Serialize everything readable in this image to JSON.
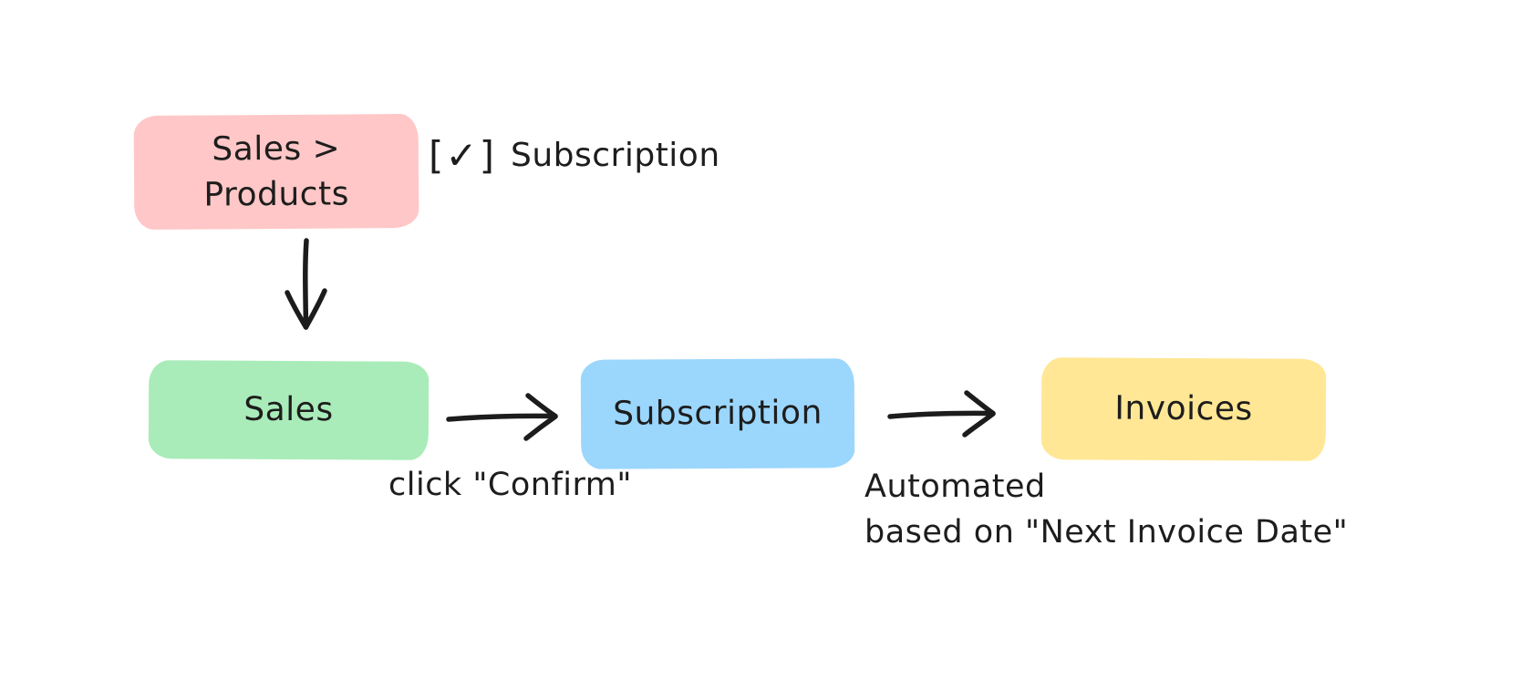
{
  "canvas": {
    "background": "#ffffff",
    "ink_color": "#1c1c1c"
  },
  "nodes": {
    "sales_products": {
      "label": "Sales >\nProducts",
      "fill": "#FFC7C7"
    },
    "sales": {
      "label": "Sales",
      "fill": "#A9ECB9"
    },
    "subscription": {
      "label": "Subscription",
      "fill": "#9BD6FC"
    },
    "invoices": {
      "label": "Invoices",
      "fill": "#FFE795"
    }
  },
  "annotations": {
    "checkbox": {
      "glyph": "[✓]",
      "label": "Subscription",
      "checked": true
    },
    "confirm": "click \"Confirm\"",
    "automated": "Automated\nbased on \"Next Invoice Date\""
  },
  "arrows": [
    {
      "name": "arrow-down-icon",
      "from": "sales_products",
      "to": "sales",
      "direction": "down"
    },
    {
      "name": "arrow-right-icon-1",
      "from": "sales",
      "to": "subscription",
      "direction": "right"
    },
    {
      "name": "arrow-right-icon-2",
      "from": "subscription",
      "to": "invoices",
      "direction": "right"
    }
  ]
}
